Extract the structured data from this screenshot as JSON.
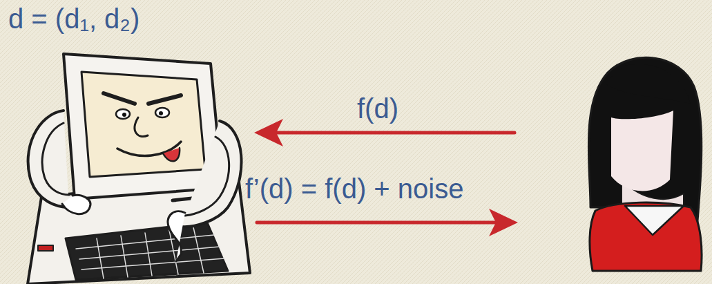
{
  "diagram": {
    "labels": [
      "d = (d₁, d₂)",
      "f(d)",
      "f’(d) = f(d) + noise"
    ]
  }
}
